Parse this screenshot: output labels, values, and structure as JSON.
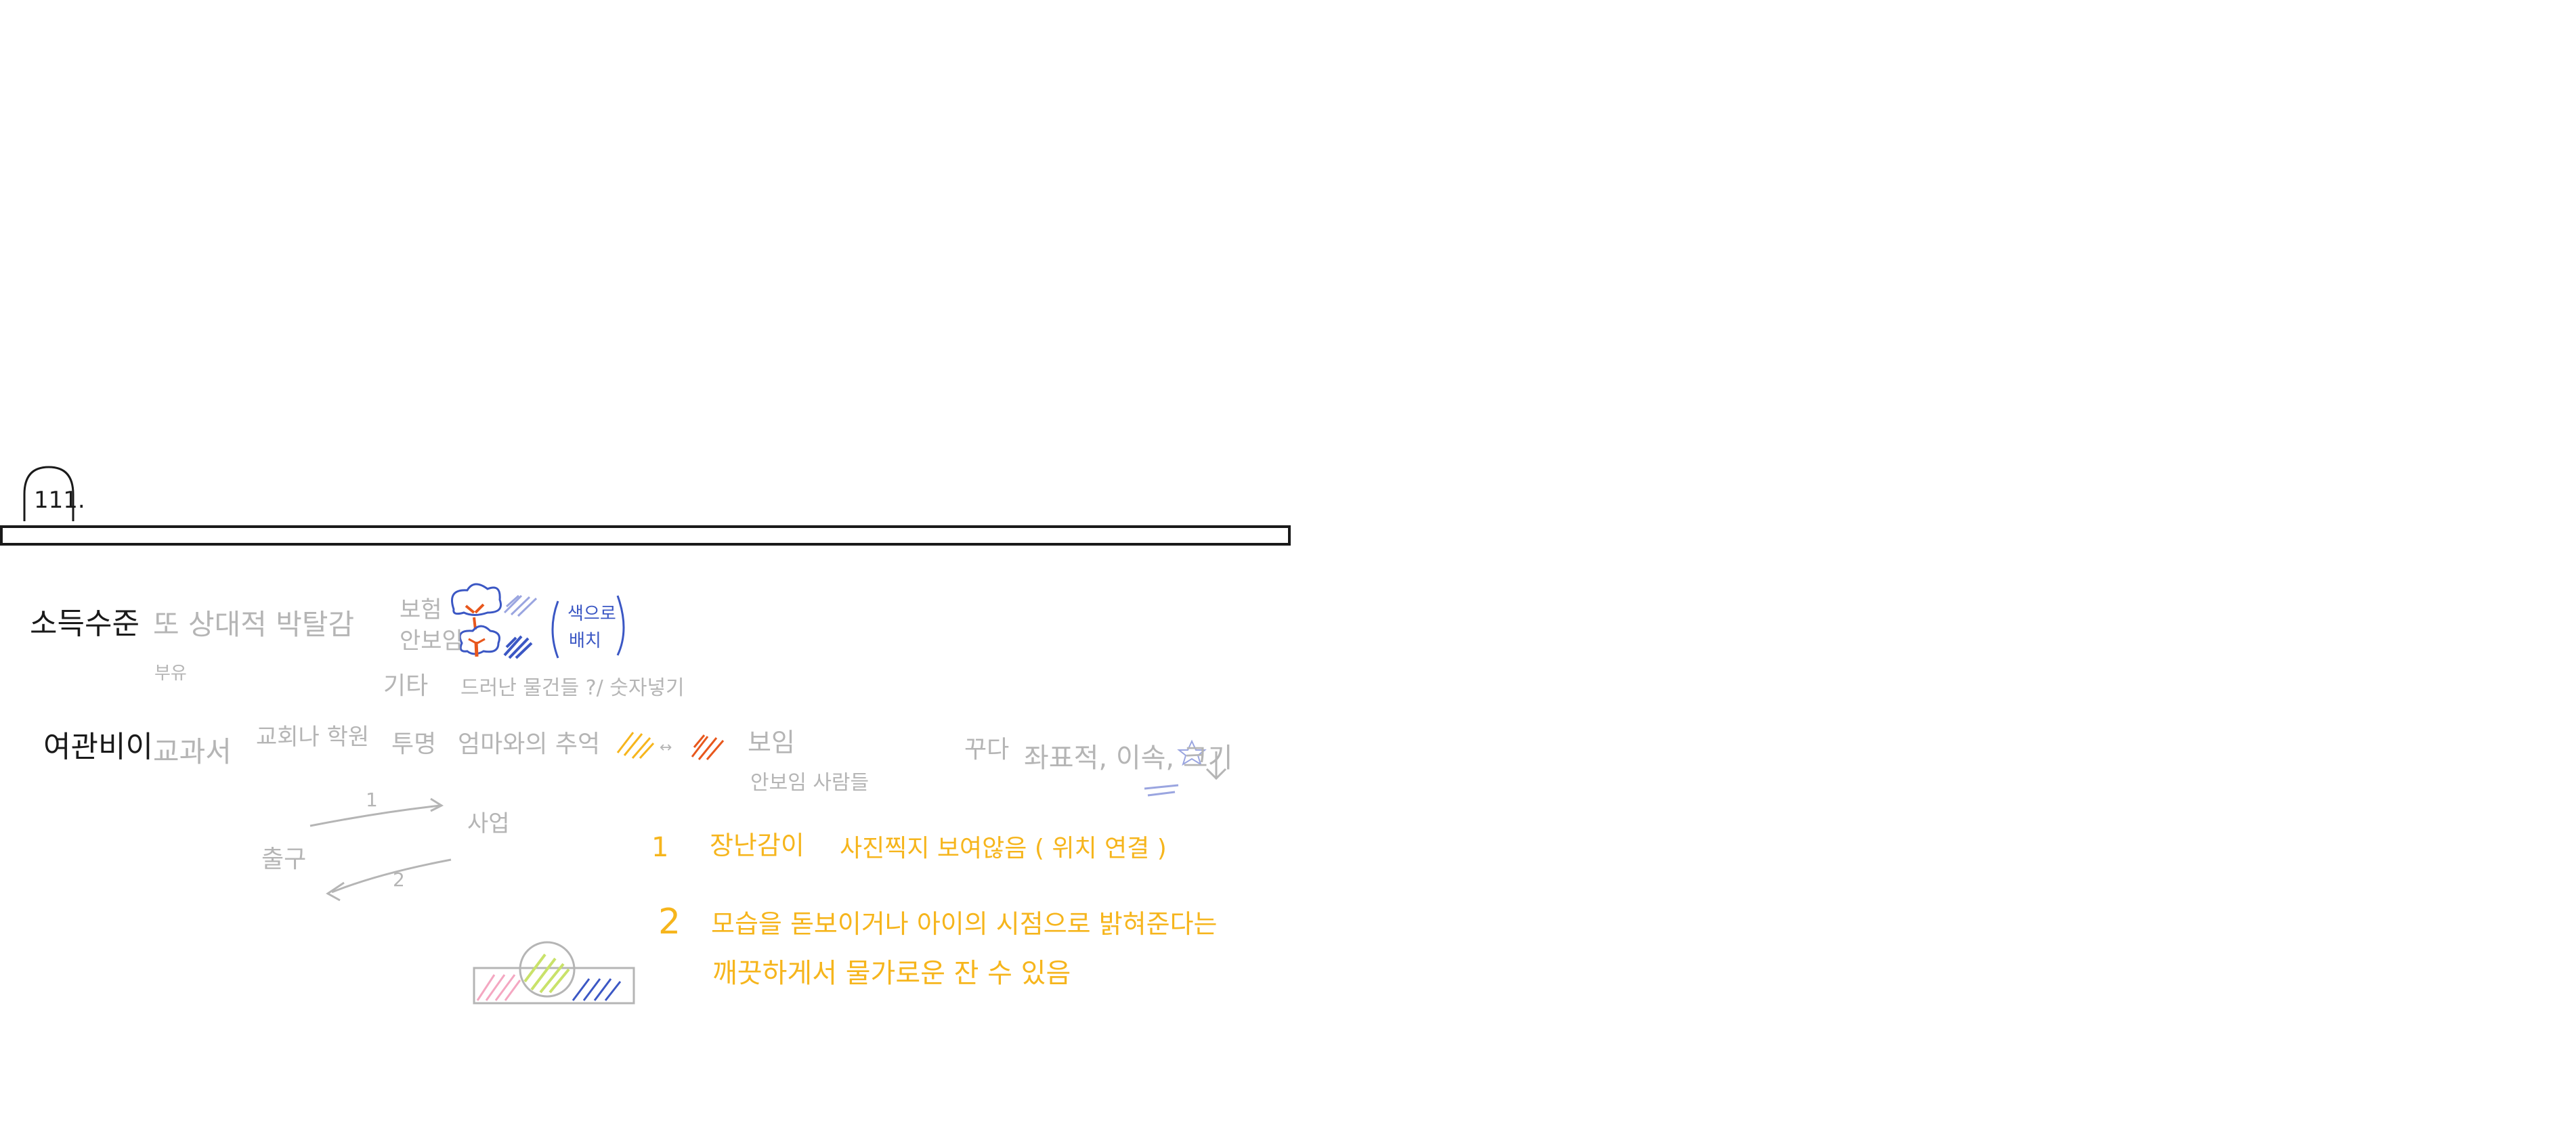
{
  "page_marker": "111.",
  "row1": {
    "heading": "소득수준",
    "text_main": "또 상대적 박탈감",
    "text_sub": "부유",
    "tree_label_top": "보험",
    "tree_label_bottom": "안보임",
    "bracket_text_top": "색으로",
    "bracket_text_bottom": "배치",
    "other_label": "기타",
    "other_note": "드러난 물건들 ?/ 숫자넣기"
  },
  "row2": {
    "heading": "여관비이",
    "text_a": "교과서",
    "text_b": "교회나 학원",
    "text_c": "투명",
    "text_d": "엄마와의 추억",
    "arrow_sep": "↔",
    "label_bo": "보임",
    "label_sub": "안보임 사람들",
    "right_a": "꾸다",
    "right_b": "좌표적, 이속, 크기",
    "cycle_num_1": "1",
    "cycle_num_2": "2",
    "cycle_right": "사업",
    "cycle_left": "출구"
  },
  "notes": {
    "n1_num": "1",
    "n1_text": "장난감이",
    "n1_text2": "사진찍지 보여않음 ( 위치 연결 )",
    "n2_num": "2",
    "n2_text": "모습을 돋보이거나 아이의 시점으로 밝혀준다는",
    "n2_text2": "깨끗하게서 물가로운 잔 수 있음"
  },
  "colors": {
    "ink": "#1a1a1a",
    "pencil": "#b5b5b5",
    "highlight_yellow": "#f6b51c",
    "orange": "#e8571c",
    "blue": "#3b57c4",
    "light_blue": "#9aa5e0",
    "pink": "#f4a7c1",
    "green": "#c9e26a"
  }
}
